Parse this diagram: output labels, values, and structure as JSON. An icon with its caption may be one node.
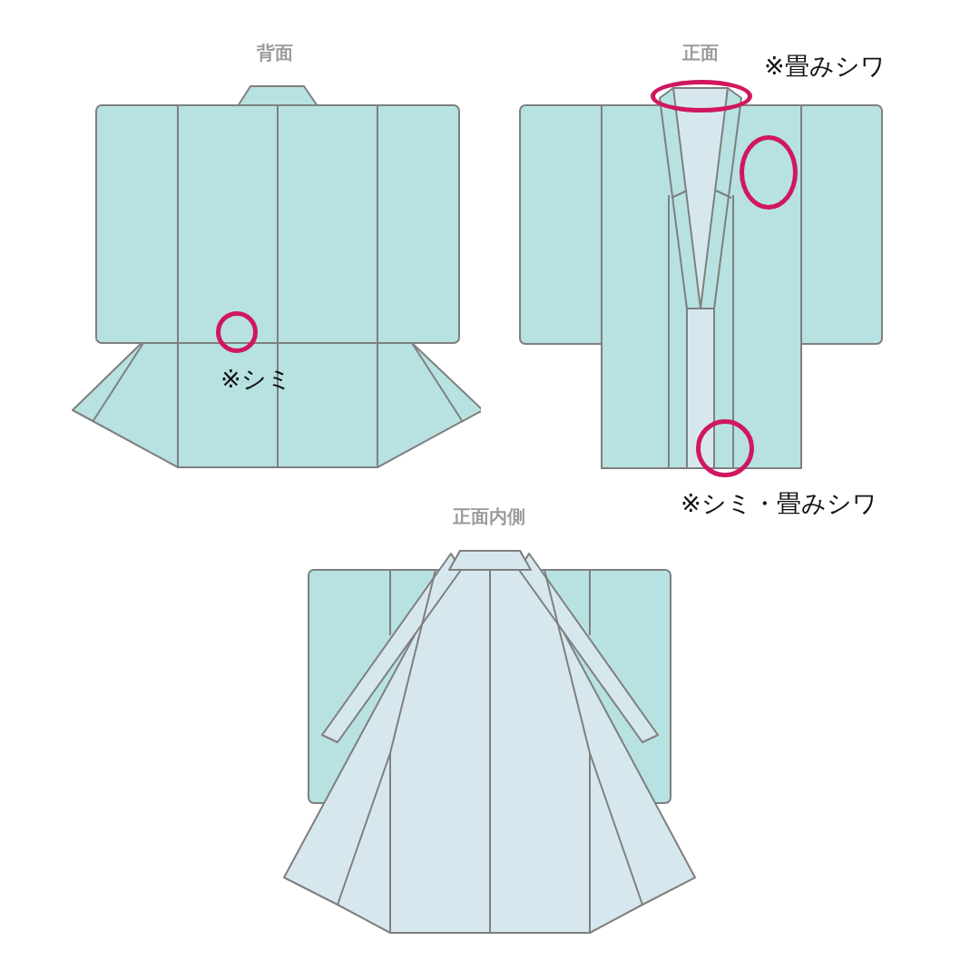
{
  "diagram": {
    "nodes": [
      {
        "text": [
          "背面"
        ]
      },
      {
        "text": [],
        "shape": "circle",
        "in": 0,
        "beside": [
          "※シミ"
        ]
      },
      {
        "text": [
          "正面"
        ]
      },
      {
        "text": [],
        "shape": "circle",
        "beside": [
          "※畳みシワ"
        ]
      },
      {
        "text": [],
        "shape": "circle",
        "in": 2
      },
      {
        "text": [],
        "shape": "circle",
        "beside": [
          "※シミ・畳みシワ"
        ]
      },
      {
        "text": [
          "正面内側"
        ]
      }
    ]
  }
}
